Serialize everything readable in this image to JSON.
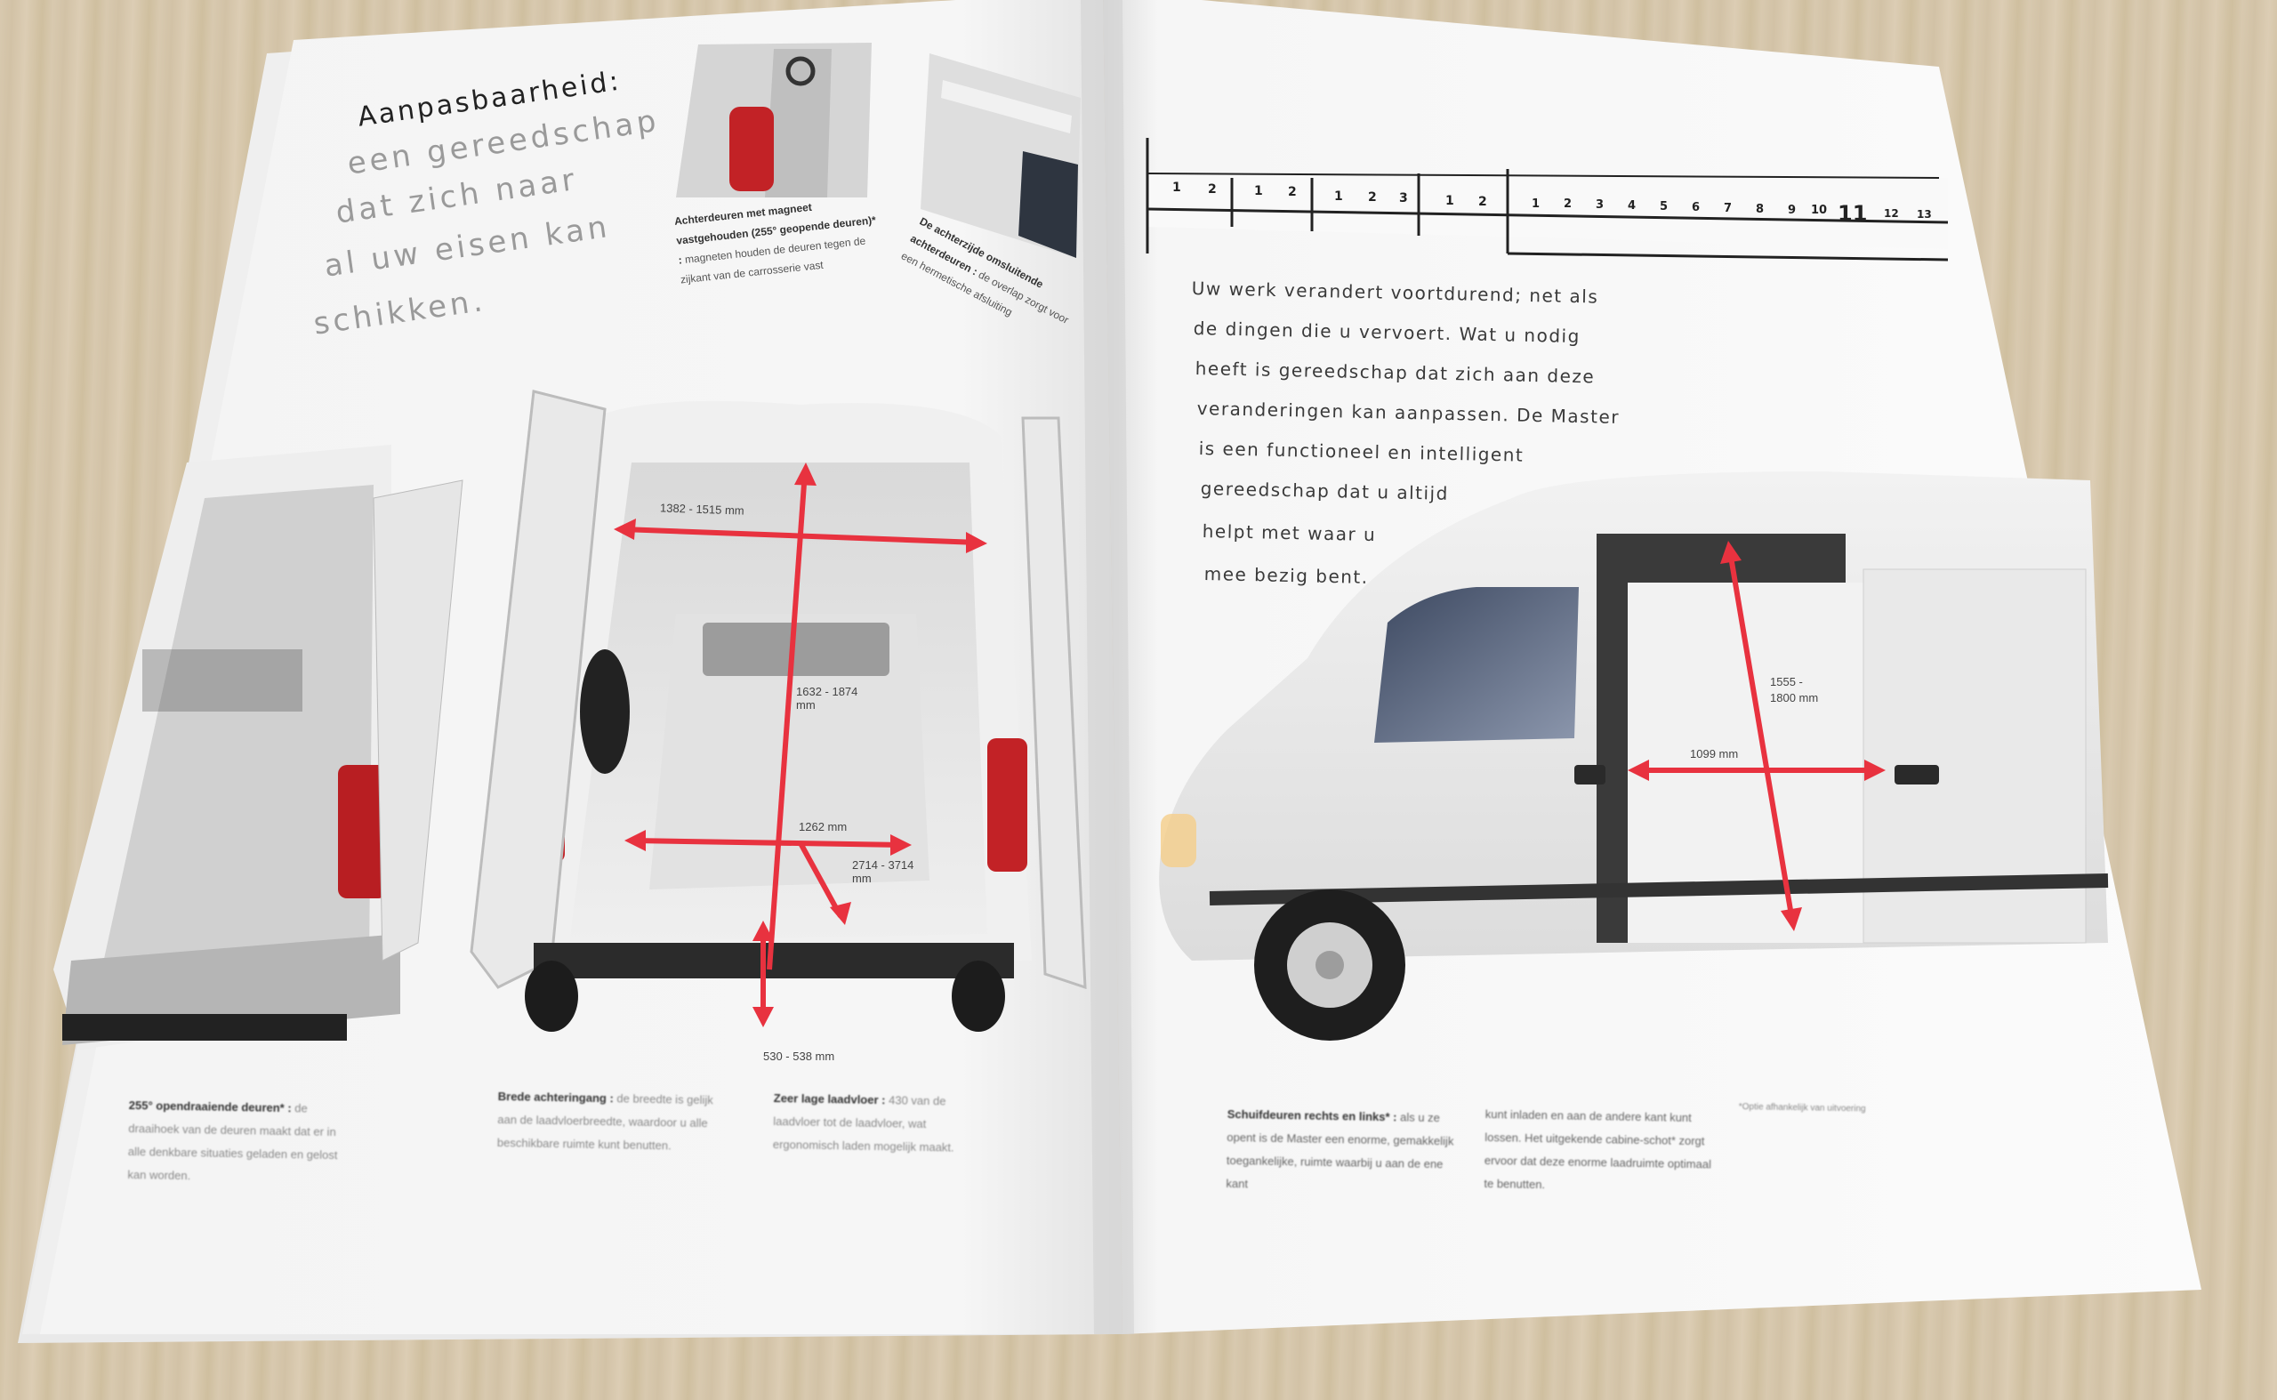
{
  "left_page": {
    "heading": "Aanpasbaarheid:",
    "heading_lines": [
      "een gereedschap",
      "dat zich naar",
      "al uw eisen kan",
      "schikken."
    ],
    "photo1_caption": {
      "bold": "Achterdeuren met magneet vastgehouden (255° geopende deuren)* :",
      "text": "magneten houden de deuren tegen de zijkant van de carrosserie vast"
    },
    "photo2_caption": {
      "bold": "De achterzijde omsluitende achterdeuren :",
      "text": "de overlap zorgt voor een hermetische afsluiting"
    },
    "dimensions": {
      "width_top": "1382 - 1515 mm",
      "height": "1632 - 1874 mm",
      "width_floor": "1262 mm",
      "length": "2714 - 3714 mm",
      "sill": "530 - 538 mm"
    },
    "bottom_captions": [
      {
        "bold": "255° opendraaiende deuren* :",
        "text": "de draaihoek van de deuren maakt dat er in alle denkbare situaties geladen en gelost kan worden."
      },
      {
        "bold": "Brede achteringang :",
        "text": "de breedte is gelijk aan de laadvloerbreedte, waardoor u alle beschikbare ruimte kunt benutten."
      },
      {
        "bold": "Zeer lage laadvloer :",
        "text": "430 van de laadvloer tot de laadvloer, wat ergonomisch laden mogelijk maakt."
      }
    ]
  },
  "right_page": {
    "ruler_numbers": [
      "1",
      "2",
      "1",
      "2",
      "1",
      "2",
      "3",
      "1",
      "2",
      "1",
      "2",
      "3",
      "4",
      "5",
      "6",
      "7",
      "8",
      "9",
      "10",
      "11",
      "12",
      "13"
    ],
    "body_lines": [
      "Uw werk verandert voortdurend; net als",
      "de dingen die u vervoert. Wat u nodig",
      "heeft is gereedschap dat zich aan deze",
      "veranderingen kan aanpassen. De Master",
      "is een functioneel en intelligent",
      "gereedschap dat u altijd",
      "helpt met waar u",
      "mee bezig bent."
    ],
    "door_height": "1555 -\n1800 mm",
    "door_width": "1099 mm",
    "bottom_captions": [
      {
        "bold": "Schuifdeuren rechts en links* :",
        "text": "als u ze opent is de Master een enorme, gemakkelijk toegankelijke, ruimte waarbij u aan de ene kant"
      },
      {
        "bold": "",
        "text": "kunt inladen en aan de andere kant kunt lossen. Het uitgekende cabine-schot* zorgt ervoor dat deze enorme laadruimte optimaal te benutten."
      },
      {
        "bold": "",
        "text": "*Optie afhankelijk van uitvoering"
      }
    ]
  },
  "colors": {
    "accent_red": "#e8323f",
    "paper": "#f7f7f5",
    "table": "#d6c7ae"
  }
}
